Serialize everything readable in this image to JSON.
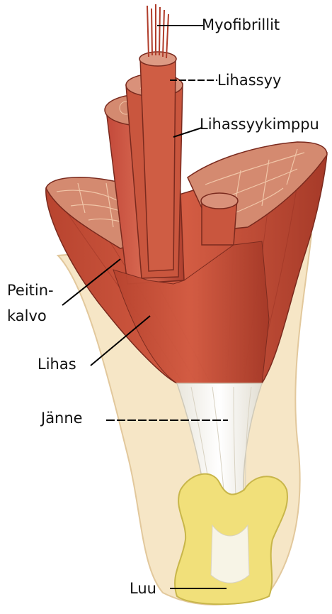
{
  "labels": {
    "myofibrillit": "Myofibrillit",
    "lihassyy": "Lihassyy",
    "lihassyykimppu": "Lihassyykimppu",
    "peitin_line1": "Peitin-",
    "peitin_line2": "kalvo",
    "lihas": "Lihas",
    "janne": "Jänne",
    "luu": "Luu"
  },
  "colors": {
    "muscle": "#c4503a",
    "muscle_dark": "#8e2f22",
    "muscle_light": "#d87a62",
    "fascia": "#f3d6a6",
    "tendon": "#f4f4ee",
    "bone": "#f1e07a",
    "skin": "#f6e6c6"
  }
}
